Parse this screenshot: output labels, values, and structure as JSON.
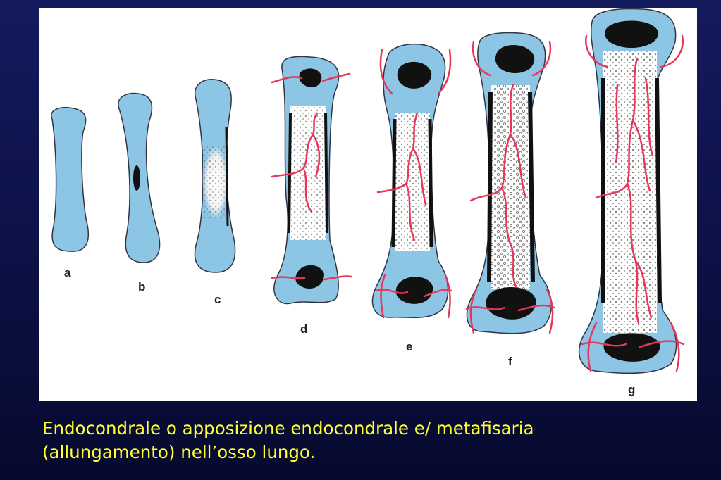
{
  "figure": {
    "stage_labels": [
      "a",
      "b",
      "c",
      "d",
      "e",
      "f",
      "g"
    ]
  },
  "caption": {
    "line1": "Endocondrale o apposizione endocondrale e/ metafisaria",
    "line2": "(allungamento) nell’osso lungo."
  },
  "colors": {
    "background": "#0c1145",
    "caption": "#ffff33",
    "cartilage": "#8cc6e4",
    "vessel": "#e8365a",
    "bone": "#111111"
  }
}
